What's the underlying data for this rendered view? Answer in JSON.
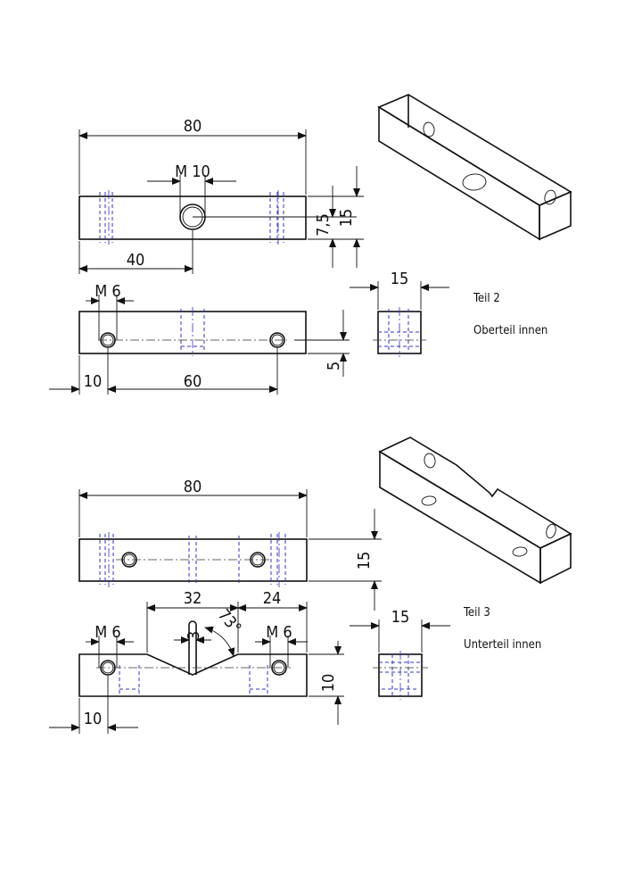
{
  "drawing": {
    "part2": {
      "label": "Teil 2",
      "description": "Oberteil innen",
      "dims": {
        "length": "80",
        "thread_top": "M 10",
        "half": "40",
        "offset": "7,5",
        "height": "15",
        "width_side": "15",
        "thread_front": "M 6",
        "edge": "10",
        "spacing": "60",
        "hole_height": "5"
      }
    },
    "part3": {
      "label": "Teil 3",
      "description": "Unterteil innen",
      "dims": {
        "length": "80",
        "height_top": "15",
        "notch_width": "32",
        "right_width": "24",
        "angle": "73°",
        "slot": "3",
        "thread_left": "M 6",
        "thread_right": "M 6",
        "height_front": "10",
        "edge": "10",
        "width_side": "15"
      }
    }
  }
}
